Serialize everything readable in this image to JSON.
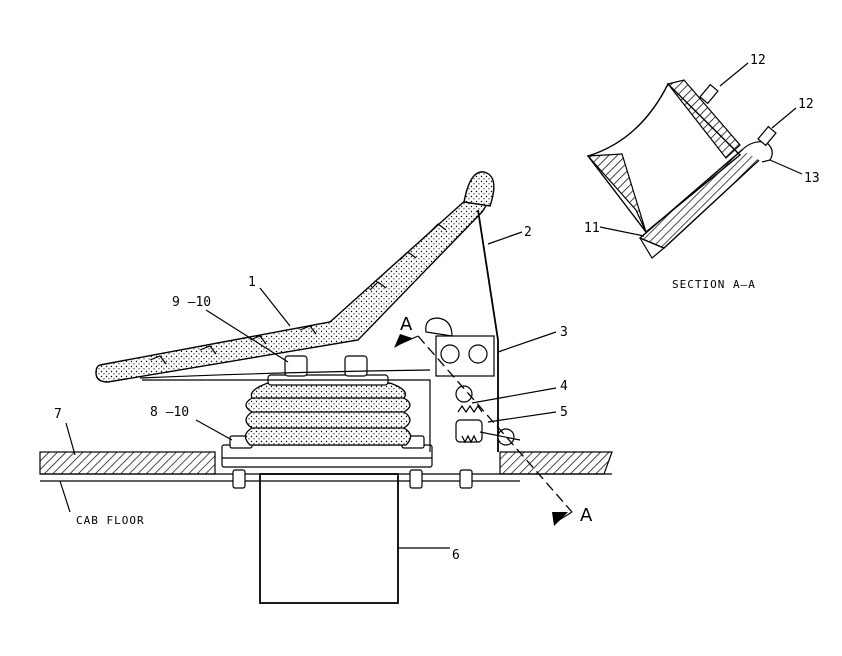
{
  "callouts": {
    "c1": "1",
    "c2": "2",
    "c3": "3",
    "c4": "4",
    "c5": "5",
    "c6": "6",
    "c7": "7",
    "c8_10": "8 –10",
    "c9_10": "9 –10",
    "c11": "11",
    "c12a": "12",
    "c12b": "12",
    "c13": "13"
  },
  "labels": {
    "cab_floor": "CAB FLOOR",
    "section_caption": "SECTION A–A",
    "section_mark_top": "A",
    "section_mark_bottom": "A"
  }
}
